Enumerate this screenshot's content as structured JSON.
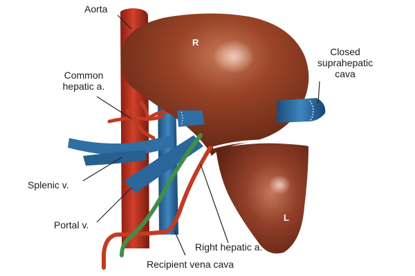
{
  "labels": {
    "aorta": "Aorta",
    "common_hepatic_line1": "Common",
    "common_hepatic_line2": "hepatic a.",
    "closed_line1": "Closed",
    "closed_line2": "suprahepatic",
    "closed_line3": "cava",
    "splenic": "Splenic v.",
    "portal": "Portal v.",
    "right_hepatic": "Right hepatic a.",
    "recipient_vena_cava": "Recipient vena cava"
  },
  "lobes": {
    "right": "R",
    "left": "L"
  },
  "colors": {
    "liver": "#8e3a22",
    "liver_dark": "#5c2212",
    "artery": "#c43a22",
    "vein": "#2f6fa3",
    "green_duct": "#3f8f4a",
    "leader": "#222222"
  }
}
